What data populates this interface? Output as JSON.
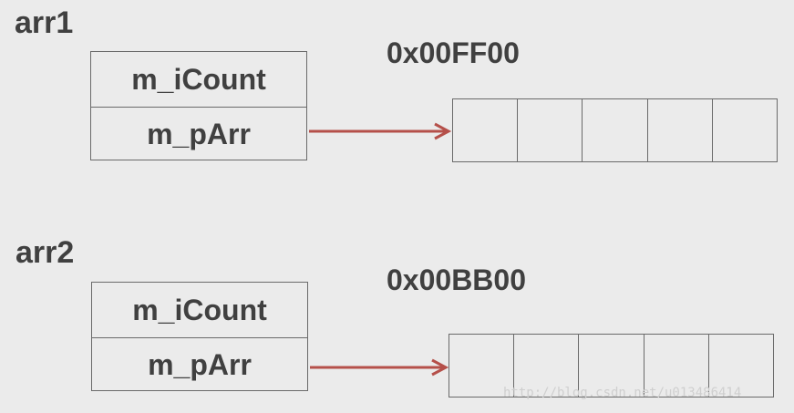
{
  "groups": [
    {
      "name": "arr1",
      "address": "0x00FF00",
      "fields": [
        "m_iCount",
        "m_pArr"
      ],
      "array_cells": 5
    },
    {
      "name": "arr2",
      "address": "0x00BB00",
      "fields": [
        "m_iCount",
        "m_pArr"
      ],
      "array_cells": 5
    }
  ],
  "arrow_color": "#b5504a",
  "watermark": "http://blog.csdn.net/u013486414"
}
